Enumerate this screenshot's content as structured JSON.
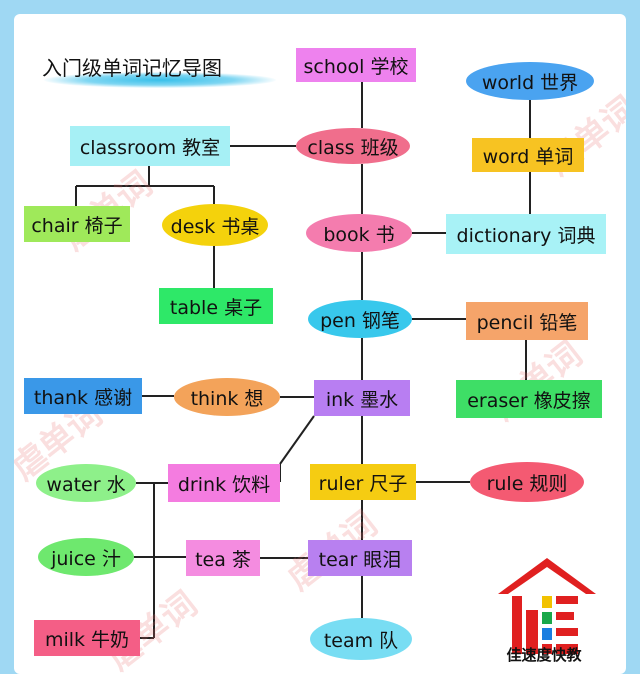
{
  "title": "入门级单词记忆导图",
  "watermark": "虐单词",
  "brand": "佳速度快教",
  "nodes": {
    "school": {
      "label": "school 学校",
      "color": "#ee82ee",
      "shape": "rect"
    },
    "world": {
      "label": "world 世界",
      "color": "#4aa3f0",
      "shape": "ellipse"
    },
    "classroom": {
      "label": "classroom 教室",
      "color": "#a6f0f5",
      "shape": "rect"
    },
    "class": {
      "label": "class 班级",
      "color": "#f06e8c",
      "shape": "ellipse"
    },
    "word": {
      "label": "word 单词",
      "color": "#f7c322",
      "shape": "rect"
    },
    "chair": {
      "label": "chair 椅子",
      "color": "#9fe95a",
      "shape": "rect"
    },
    "desk": {
      "label": "desk 书桌",
      "color": "#f4d20c",
      "shape": "ellipse"
    },
    "book": {
      "label": "book 书",
      "color": "#f47cae",
      "shape": "ellipse"
    },
    "dictionary": {
      "label": "dictionary 词典",
      "color": "#a8f2f6",
      "shape": "rect"
    },
    "table": {
      "label": "table 桌子",
      "color": "#2ee868",
      "shape": "rect"
    },
    "pen": {
      "label": "pen 钢笔",
      "color": "#38c8ec",
      "shape": "ellipse"
    },
    "pencil": {
      "label": "pencil 铅笔",
      "color": "#f5a46a",
      "shape": "rect"
    },
    "thank": {
      "label": "thank 感谢",
      "color": "#3a98e8",
      "shape": "rect"
    },
    "think": {
      "label": "think 想",
      "color": "#f3a35a",
      "shape": "ellipse"
    },
    "ink": {
      "label": "ink 墨水",
      "color": "#b87ef2",
      "shape": "rect"
    },
    "eraser": {
      "label": "eraser 橡皮擦",
      "color": "#3ede66",
      "shape": "rect"
    },
    "water": {
      "label": "water 水",
      "color": "#8ef08a",
      "shape": "ellipse"
    },
    "drink": {
      "label": "drink 饮料",
      "color": "#f47ce0",
      "shape": "rect"
    },
    "ruler": {
      "label": "ruler 尺子",
      "color": "#f5cc12",
      "shape": "rect"
    },
    "rule": {
      "label": "rule 规则",
      "color": "#f45a72",
      "shape": "ellipse"
    },
    "juice": {
      "label": "juice 汁",
      "color": "#6ee86e",
      "shape": "ellipse"
    },
    "tea": {
      "label": "tea 茶",
      "color": "#f48ce0",
      "shape": "rect"
    },
    "tear": {
      "label": "tear 眼泪",
      "color": "#b880f0",
      "shape": "rect"
    },
    "milk": {
      "label": "milk 牛奶",
      "color": "#f45e86",
      "shape": "rect"
    },
    "team": {
      "label": "team 队",
      "color": "#78ddf3",
      "shape": "ellipse"
    }
  }
}
